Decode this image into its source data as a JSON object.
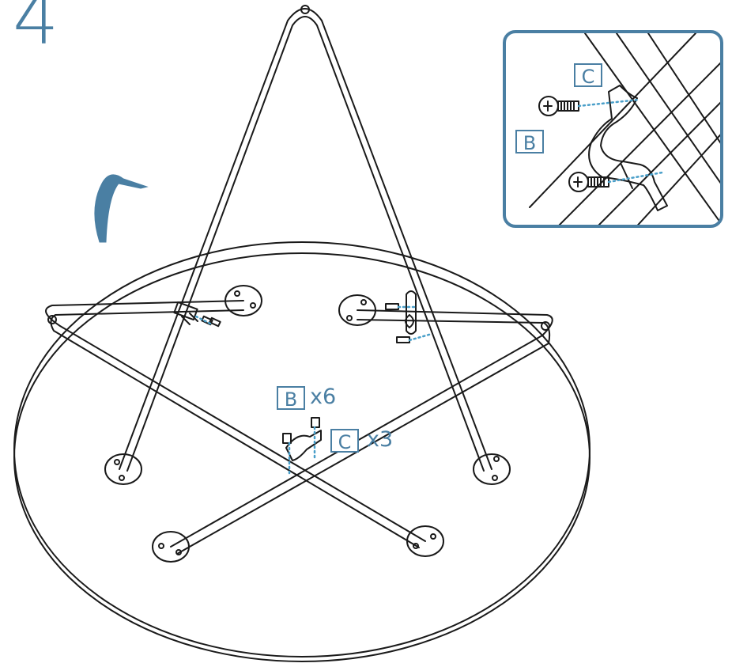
{
  "step": {
    "number": "4"
  },
  "parts": {
    "b": {
      "letter": "B",
      "quantity": "x6"
    },
    "c": {
      "letter": "C",
      "quantity": "x3"
    }
  },
  "inset": {
    "label_c": "C",
    "label_b": "B"
  },
  "colors": {
    "accent": "#4a7fa3",
    "line": "#1a1a1a",
    "dotted": "#4a9fc9"
  },
  "icons": {
    "rotation": "flip-arrow-icon"
  }
}
